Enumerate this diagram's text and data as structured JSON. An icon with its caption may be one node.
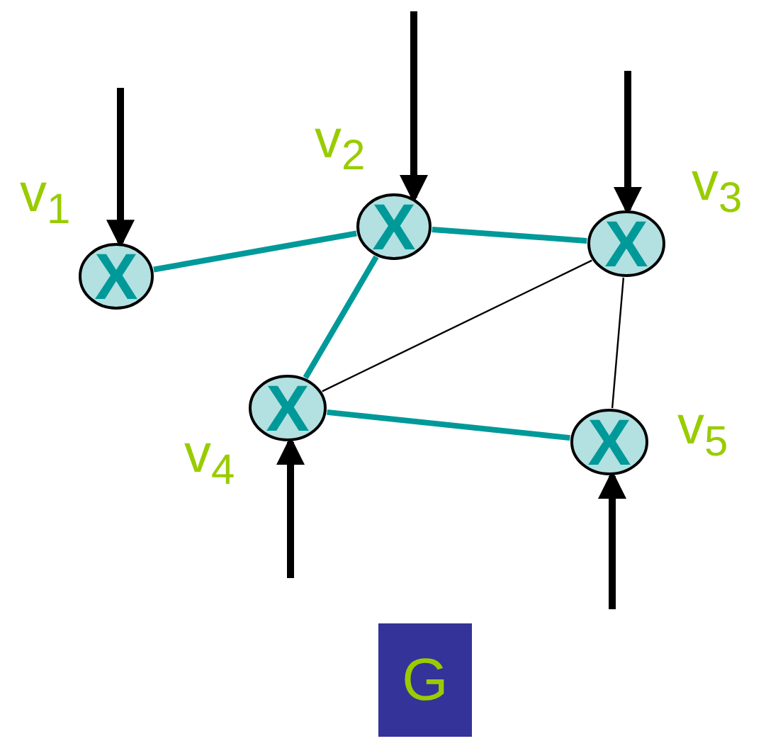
{
  "diagram": {
    "nodes": [
      {
        "text": [
          "X"
        ],
        "beside": [
          "v$_{1}$"
        ]
      },
      {
        "text": [
          "X"
        ],
        "beside": [
          "v$_{2}$"
        ]
      },
      {
        "text": [
          "X"
        ],
        "beside": [
          "v$_{3}$"
        ]
      },
      {
        "text": [
          "X"
        ],
        "beside": [
          "v$_{4}$"
        ]
      },
      {
        "text": [
          "X"
        ],
        "beside": [
          "v$_{5}$"
        ]
      },
      {
        "text": [
          "G"
        ]
      }
    ],
    "edges": [
      {
        "from": 0,
        "to": 1,
        "arrow": "none",
        "color": "#009999"
      },
      {
        "from": 1,
        "to": 2,
        "arrow": "none",
        "color": "#009999"
      },
      {
        "from": 1,
        "to": 3,
        "arrow": "none",
        "color": "#009999"
      },
      {
        "from": 3,
        "to": 2,
        "arrow": "none"
      },
      {
        "from": 3,
        "to": 4,
        "arrow": "none",
        "color": "#009999"
      },
      {
        "from": 2,
        "to": 4,
        "arrow": "none"
      },
      {
        "from": null,
        "to": 0,
        "arrow": "to"
      },
      {
        "from": null,
        "to": 1,
        "arrow": "to"
      },
      {
        "from": null,
        "to": 2,
        "arrow": "to"
      },
      {
        "from": null,
        "to": 3,
        "arrow": "to"
      },
      {
        "from": null,
        "to": 4,
        "arrow": "to"
      }
    ]
  }
}
